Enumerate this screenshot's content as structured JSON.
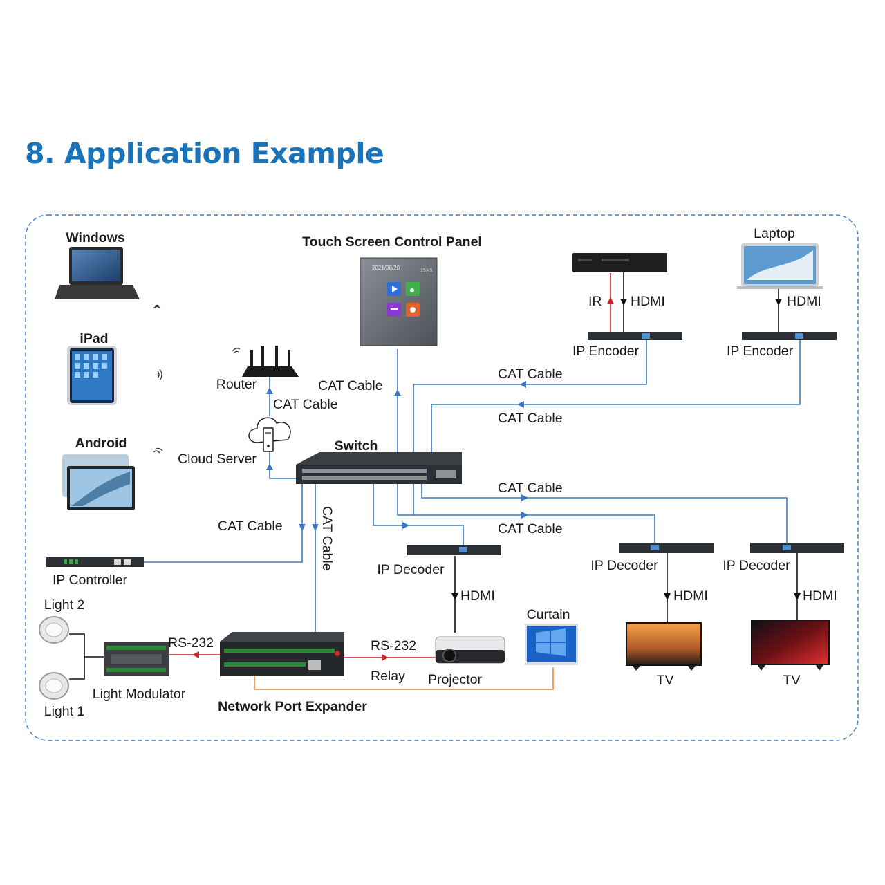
{
  "title": "8. Application Example",
  "colors": {
    "title": "#1a73b8",
    "border": "#3a78c2",
    "cat_cable_line": "#3a78c2",
    "hdmi_line": "#111111",
    "ir_rs232_line": "#c8282c",
    "relay_line": "#e58a3c"
  },
  "devices": {
    "windows": "Windows",
    "ipad": "iPad",
    "android": "Android",
    "touch_panel": "Touch Screen Control Panel",
    "touch_panel_date": "2021/08/20",
    "touch_panel_time": "15:45",
    "laptop": "Laptop",
    "router": "Router",
    "cloud_server": "Cloud Server",
    "switch": "Switch",
    "ip_encoder_1": "IP Encoder",
    "ip_encoder_2": "IP Encoder",
    "ip_controller": "IP Controller",
    "ip_decoder_1": "IP Decoder",
    "ip_decoder_2": "IP Decoder",
    "ip_decoder_3": "IP Decoder",
    "light_2": "Light 2",
    "light_1": "Light 1",
    "light_modulator": "Light Modulator",
    "network_port_expander": "Network Port Expander",
    "projector": "Projector",
    "curtain": "Curtain",
    "tv_1": "TV",
    "tv_2": "TV"
  },
  "connections": {
    "ir": "IR",
    "hdmi_encoder_1": "HDMI",
    "hdmi_encoder_2": "HDMI",
    "cat_router_panel": "CAT Cable",
    "cat_cloud_router": "CAT Cable",
    "cat_encoder_1": "CAT Cable",
    "cat_encoder_2": "CAT Cable",
    "cat_decoder_3": "CAT Cable",
    "cat_decoder_2": "CAT Cable",
    "cat_controller": "CAT Cable",
    "cat_expander_vertical": "CAT Cable",
    "hdmi_decoder_1": "HDMI",
    "hdmi_decoder_2": "HDMI",
    "hdmi_decoder_3": "HDMI",
    "rs232_modulator": "RS-232",
    "rs232_projector": "RS-232",
    "relay": "Relay"
  }
}
